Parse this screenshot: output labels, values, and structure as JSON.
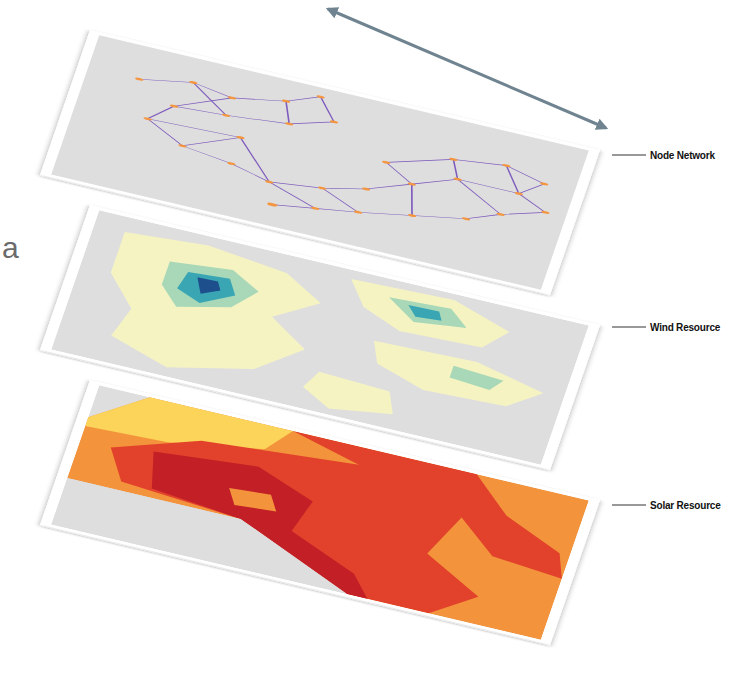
{
  "diagram": {
    "labels": [
      "Node Network",
      "Wind Resource",
      "Solar Resource",
      "a"
    ]
  }
}
